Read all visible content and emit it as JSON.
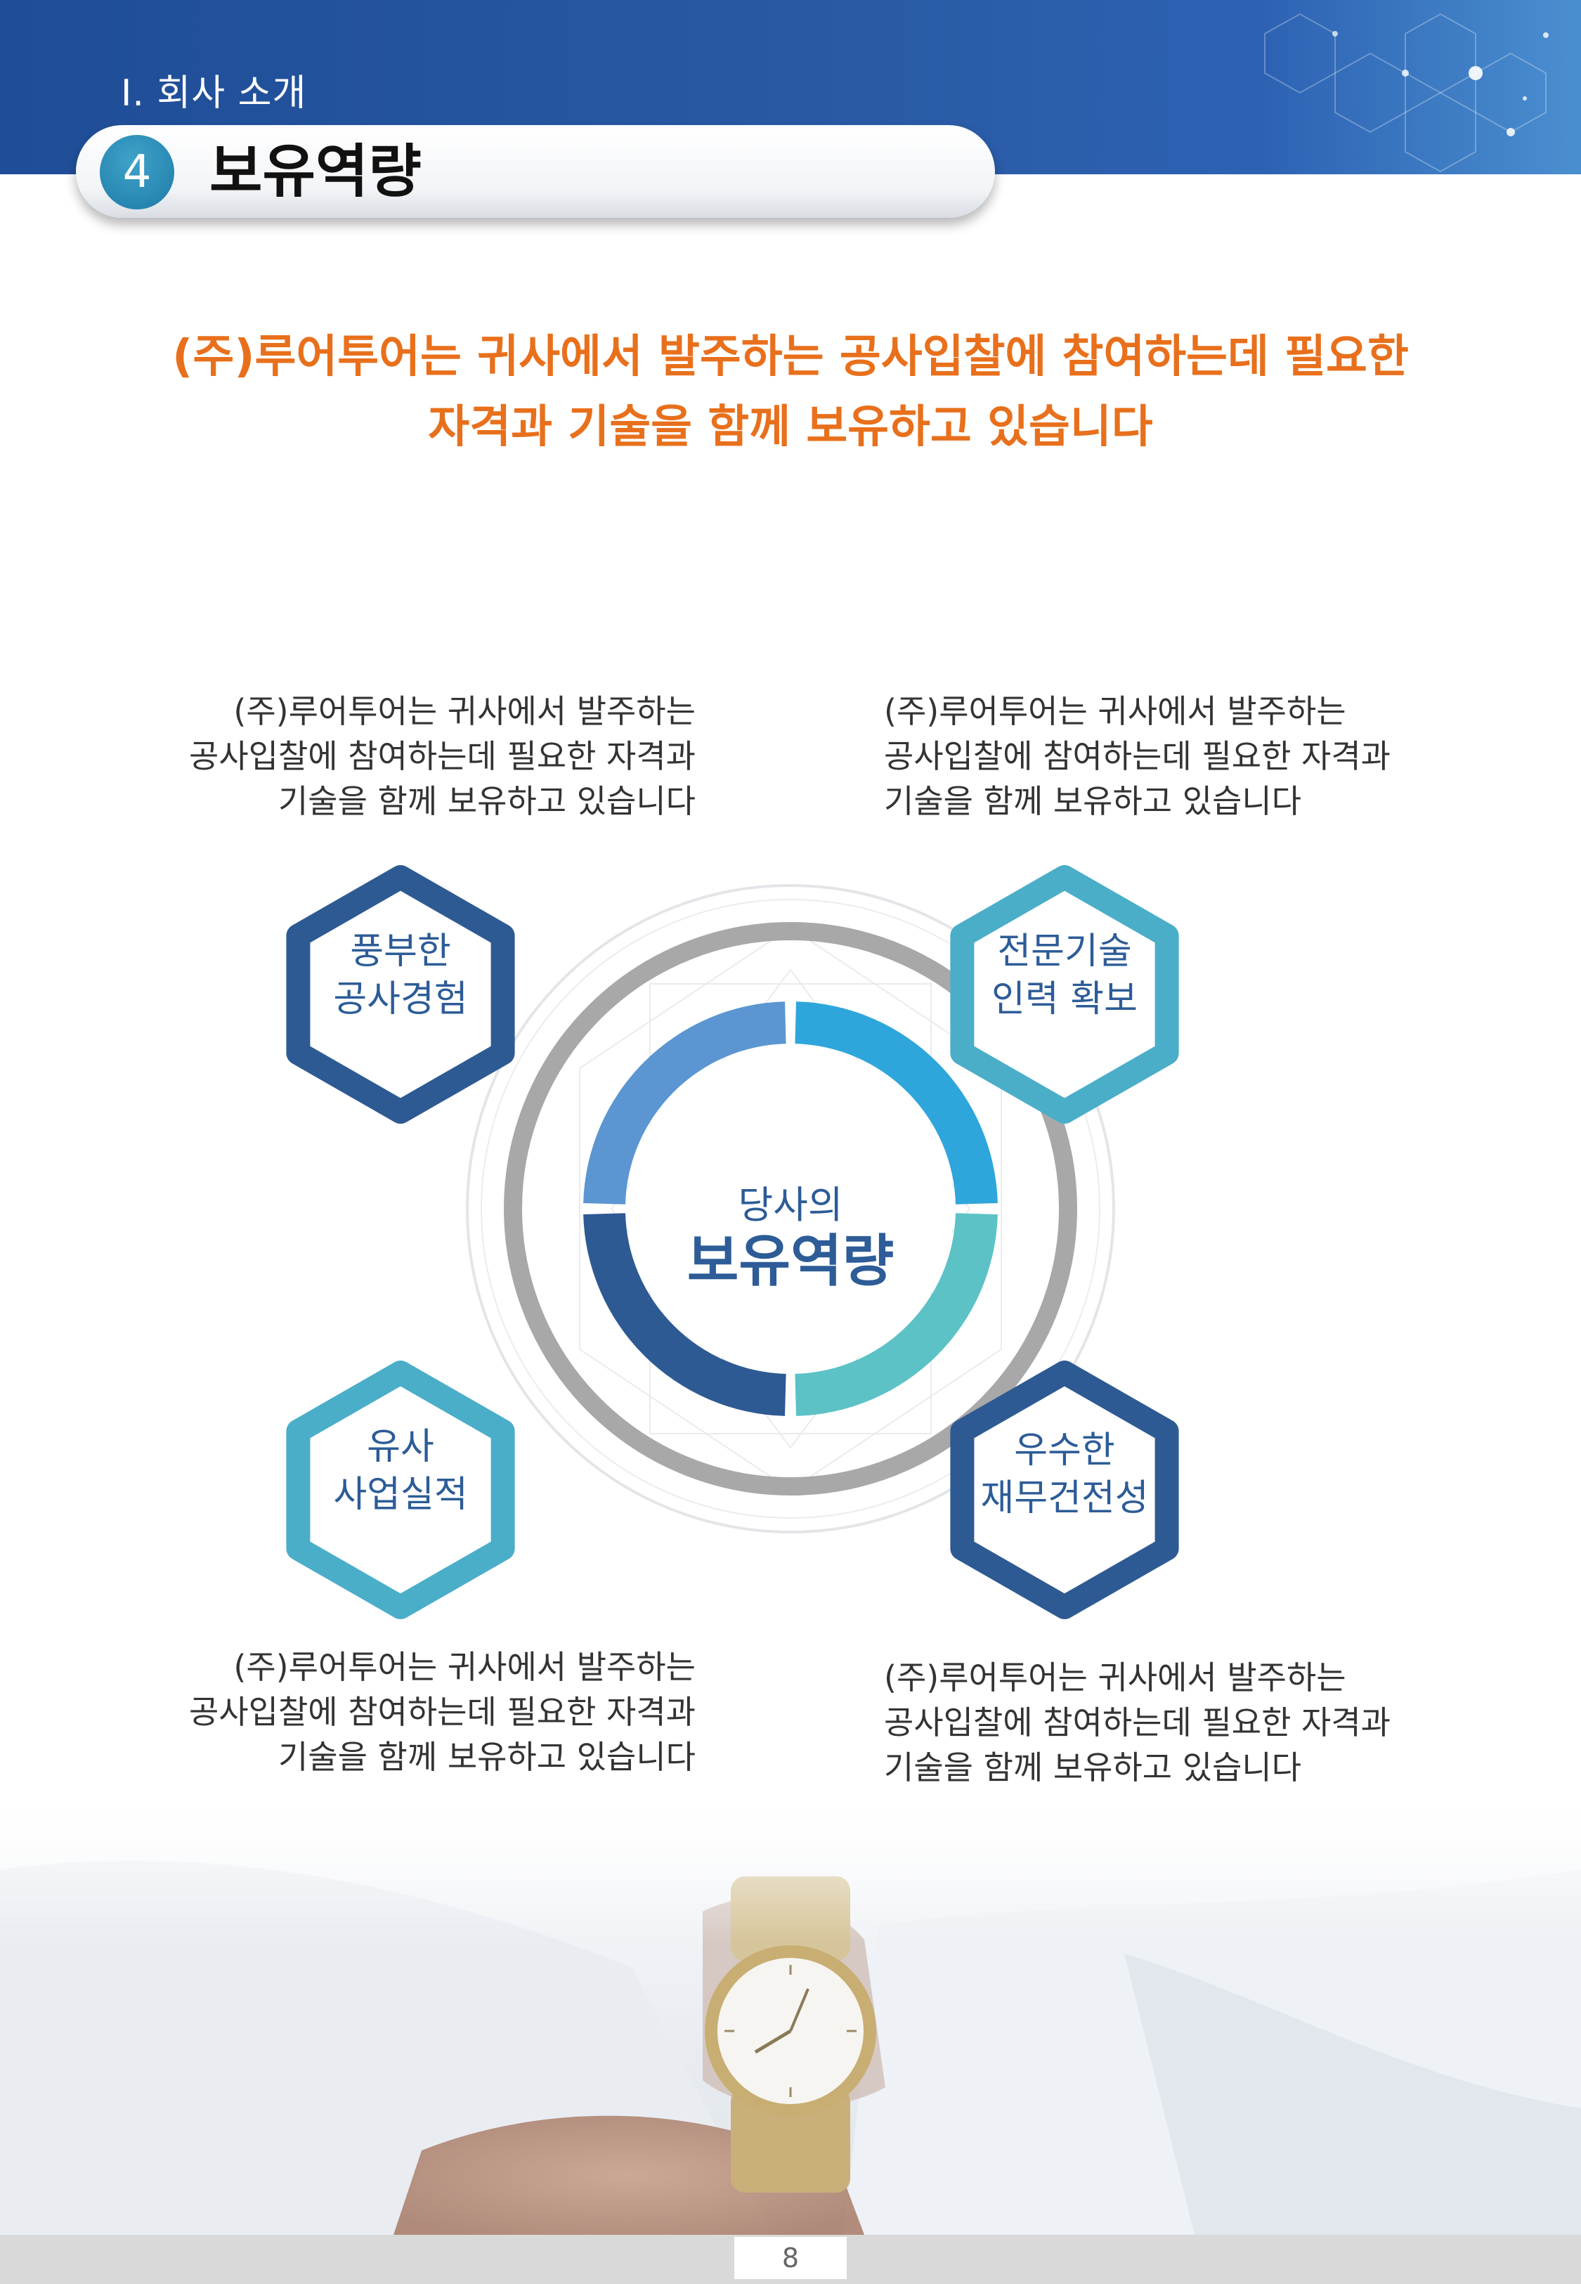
{
  "header": {
    "section_label": "I. 회사 소개",
    "number": "4",
    "title": "보유역량"
  },
  "headline": {
    "line1": "(주)루어투어는 귀사에서 발주하는 공사입찰에 참여하는데 필요한",
    "line2": "자격과 기술을 함께 보유하고 있습니다"
  },
  "center": {
    "small": "당사의",
    "big": "보유역량"
  },
  "capabilities": [
    {
      "line1": "풍부한",
      "line2": "공사경험",
      "color": "#2e5a93"
    },
    {
      "line1": "전문기술",
      "line2": "인력 확보",
      "color": "#4aaec9"
    },
    {
      "line1": "유사",
      "line2": "사업실적",
      "color": "#4aaec9"
    },
    {
      "line1": "우수한",
      "line2": "재무건전성",
      "color": "#2e5a93"
    }
  ],
  "descriptions": [
    {
      "line1": "(주)루어투어는 귀사에서 발주하는",
      "line2": "공사입찰에 참여하는데 필요한 자격과",
      "line3": "기술을 함께 보유하고 있습니다"
    },
    {
      "line1": "(주)루어투어는 귀사에서 발주하는",
      "line2": "공사입찰에 참여하는데 필요한 자격과",
      "line3": "기술을 함께 보유하고 있습니다"
    },
    {
      "line1": "(주)루어투어는 귀사에서 발주하는",
      "line2": "공사입찰에 참여하는데 필요한 자격과",
      "line3": "기술을 함께 보유하고 있습니다"
    },
    {
      "line1": "(주)루어투어는 귀사에서 발주하는",
      "line2": "공사입찰에 참여하는데 필요한 자격과",
      "line3": "기술을 함께 보유하고 있습니다"
    }
  ],
  "ring_colors": {
    "top_left": "#5b96d2",
    "top_right": "#2fa6db",
    "bottom_right": "#5cc2c6",
    "bottom_left": "#2e5a93"
  },
  "accent_color": "#e8701c",
  "footer": {
    "page_number": "8"
  }
}
